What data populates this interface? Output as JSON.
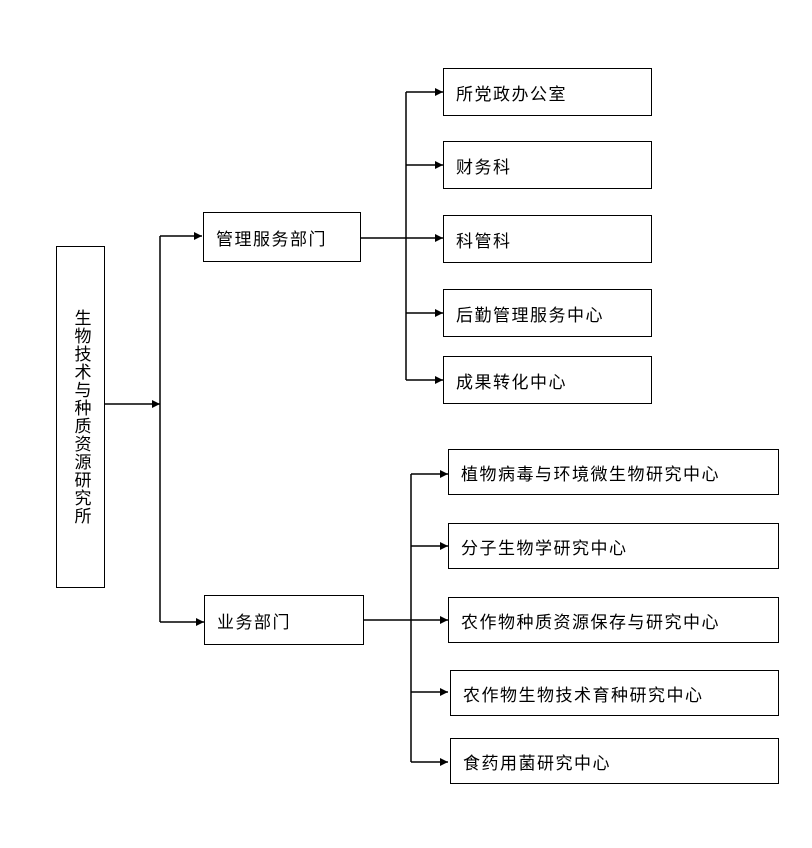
{
  "root": {
    "label": "生物技术与种质资源研究所"
  },
  "branches": [
    {
      "label": "管理服务部门",
      "children": [
        "所党政办公室",
        "财务科",
        "科管科",
        "后勤管理服务中心",
        "成果转化中心"
      ]
    },
    {
      "label": "业务部门",
      "children": [
        "植物病毒与环境微生物研究中心",
        "分子生物学研究中心",
        "农作物种质资源保存与研究中心",
        "农作物生物技术育种研究中心",
        "食药用菌研究中心"
      ]
    }
  ],
  "colors": {
    "line": "#000000",
    "box_border": "#000000",
    "background": "#ffffff"
  }
}
